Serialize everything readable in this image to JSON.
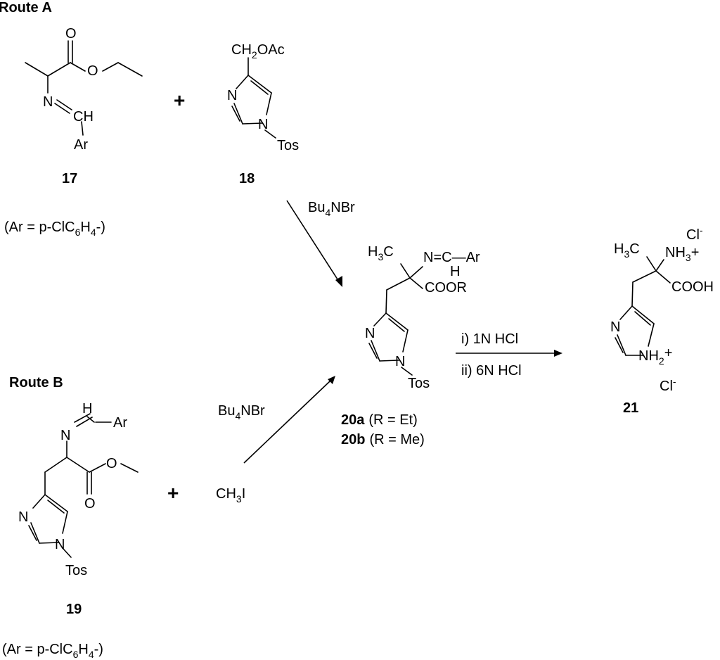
{
  "route_a": {
    "title": "Route A",
    "note": {
      "pre": "(Ar = p-ClC",
      "s1": "6",
      "mid": "H",
      "s2": "4",
      "post": "-)"
    }
  },
  "route_b": {
    "title": "Route B",
    "note": {
      "pre": "(Ar = p-ClC",
      "s1": "6",
      "mid": "H",
      "s2": "4",
      "post": "-)"
    }
  },
  "plus": "+",
  "c17": {
    "label": "17",
    "O": "O",
    "O2": "O",
    "N": "N",
    "CH": "CH",
    "Ar": "Ar"
  },
  "c18": {
    "label": "18",
    "ch2": "CH",
    "ch2_sub": "2",
    "oac": "OAc",
    "N3": "N",
    "N1": "N",
    "Tos": "Tos"
  },
  "c19": {
    "label": "19",
    "H": "H",
    "Ar": "Ar",
    "N": "N",
    "O": "O",
    "O2": "O",
    "N3": "N",
    "N1": "N",
    "Tos": "Tos"
  },
  "reagent_ch3i": {
    "pre": "CH",
    "sub": "3",
    "post": "I"
  },
  "reagent_bu4nbr": {
    "pre": "Bu",
    "sub": "4",
    "post": "NBr"
  },
  "c20": {
    "h3c": {
      "pre": "H",
      "sub": "3",
      "post": "C"
    },
    "N": "N",
    "eq": "=",
    "C": "C",
    "dash": "—",
    "Ar": "Ar",
    "H": "H",
    "coor": "COOR",
    "N3": "N",
    "N1": "N",
    "Tos": "Tos",
    "label_a": "20a",
    "desc_a": "(R = Et)",
    "label_b": "20b",
    "desc_b": "(R = Me)"
  },
  "conditions": {
    "step1": "i) 1N HCl",
    "step2": "ii) 6N HCl"
  },
  "c21": {
    "label": "21",
    "h3c": {
      "pre": "H",
      "sub": "3",
      "post": "C"
    },
    "nh3": {
      "pre": "NH",
      "sub": "3",
      "post": "+"
    },
    "cl_top": {
      "pre": "Cl",
      "sup": "-"
    },
    "cooh": "COOH",
    "N3": "N",
    "nh2": {
      "pre": "NH",
      "sub": "2",
      "post": "+"
    },
    "cl_bottom": {
      "pre": "Cl",
      "sup": "-"
    }
  }
}
